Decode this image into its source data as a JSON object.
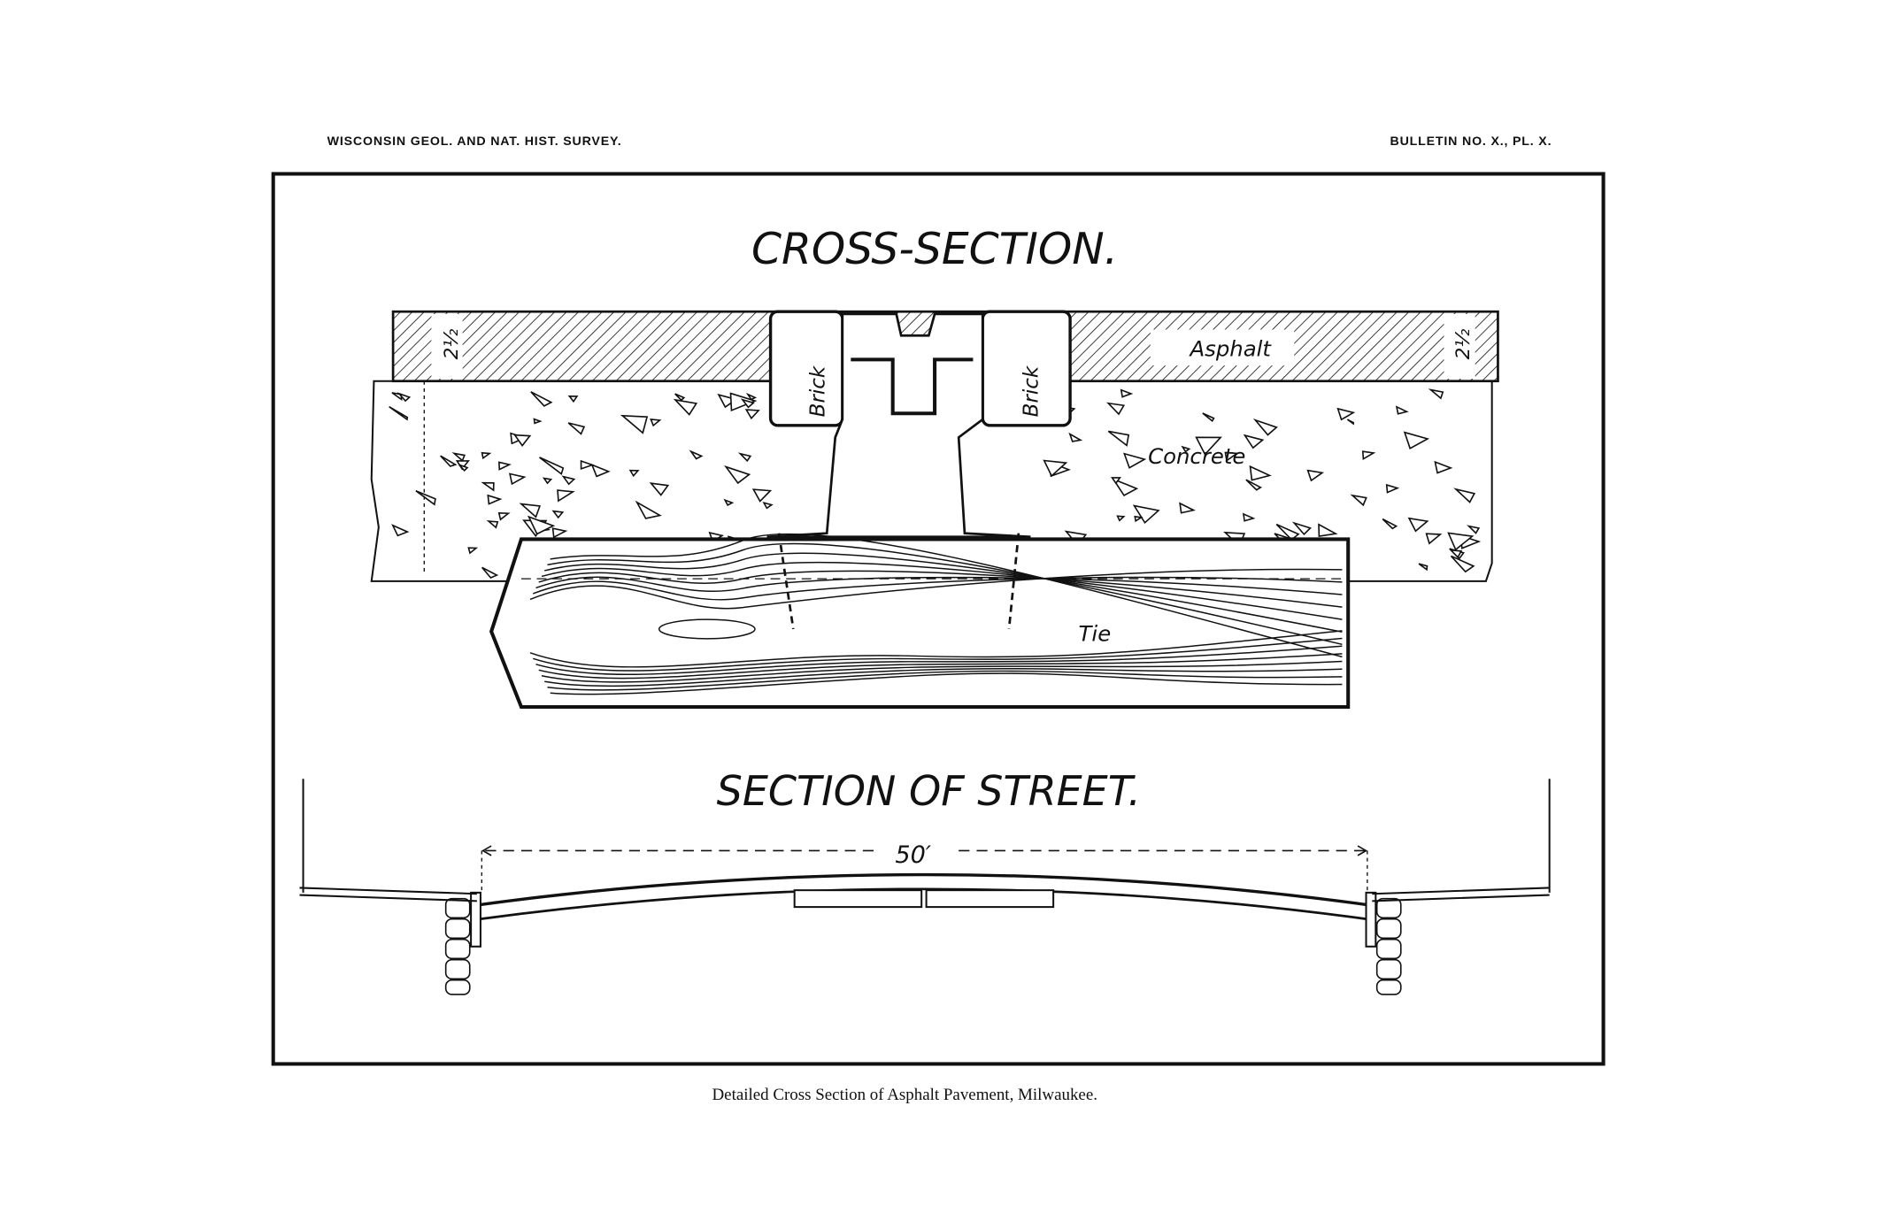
{
  "header": {
    "left": "WISCONSIN GEOL. AND NAT. HIST. SURVEY.",
    "right": "BULLETIN NO. X., PL. X."
  },
  "cross_section": {
    "title": "CROSS-SECTION.",
    "labels": {
      "asphalt": "Asphalt",
      "brick_left": "Brick",
      "brick_right": "Brick",
      "concrete": "Concrete",
      "tie": "Tie",
      "asphalt_thickness_left": "2½",
      "asphalt_thickness_right": "2½"
    }
  },
  "street_section": {
    "title": "SECTION OF STREET.",
    "width_dimension": "50′"
  },
  "caption": "Detailed Cross Section of Asphalt Pavement, Milwaukee.",
  "colors": {
    "ink": "#111111",
    "paper": "#ffffff"
  }
}
